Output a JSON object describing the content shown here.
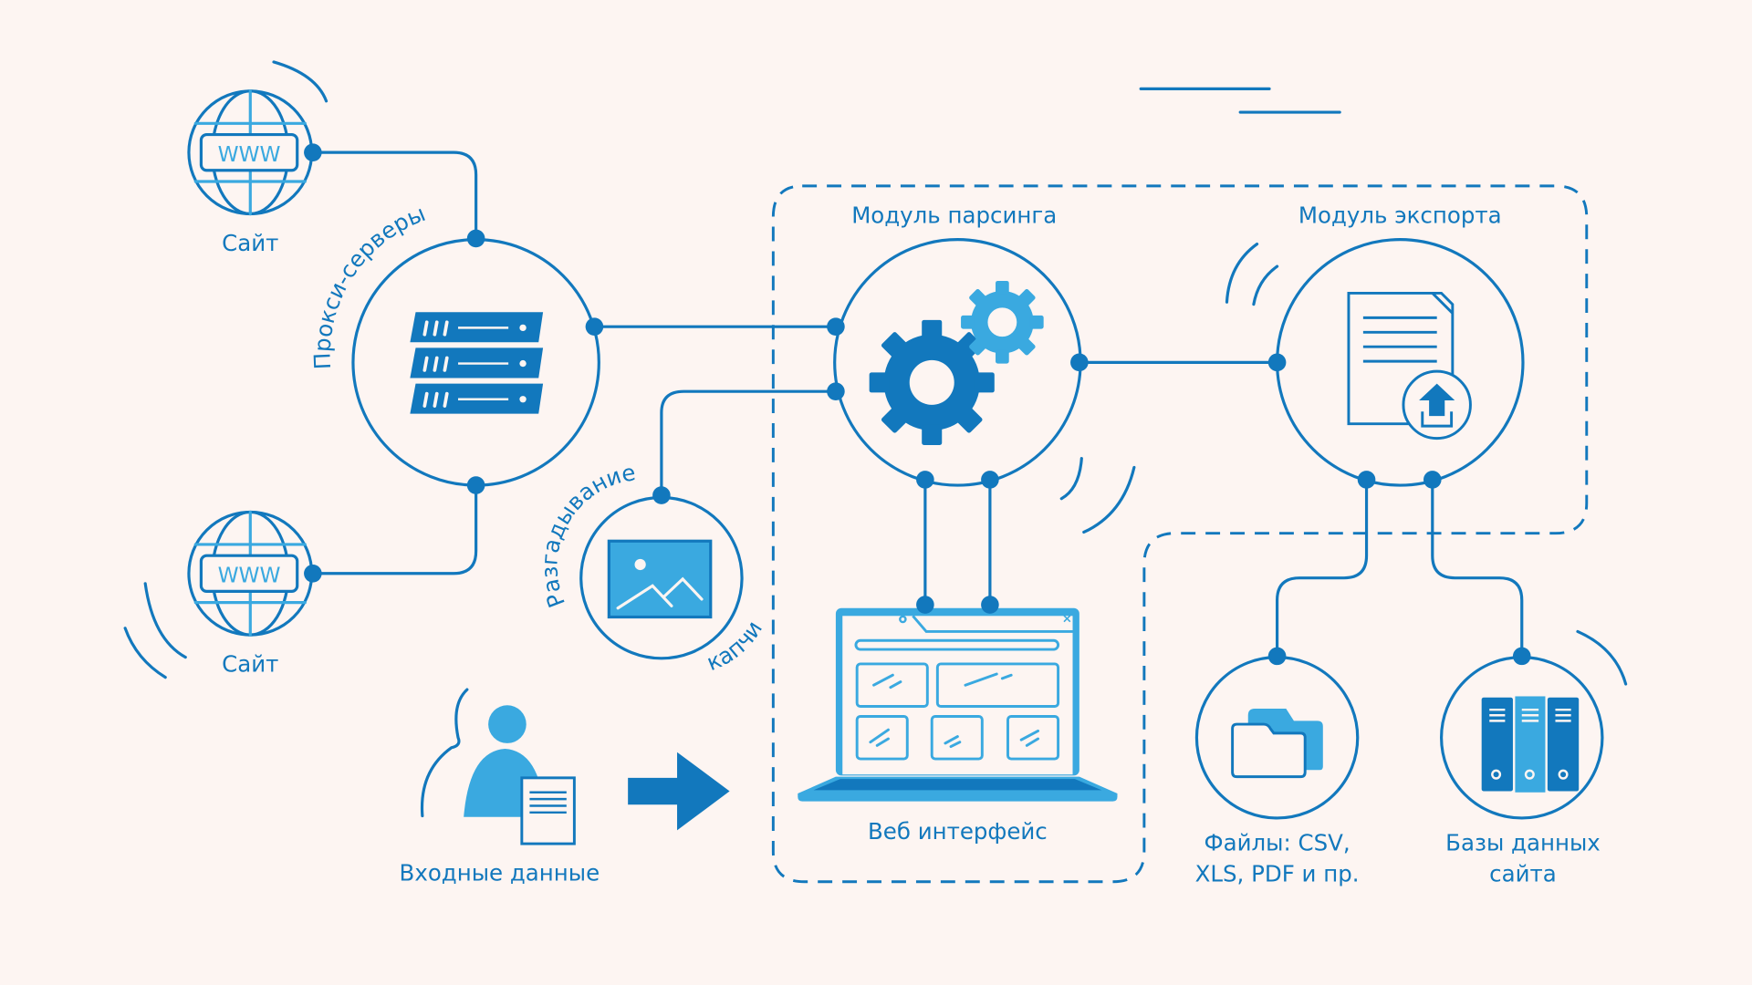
{
  "diagram": {
    "nodes": {
      "site_top": {
        "label": "Сайт",
        "icon": "globe-www-icon",
        "icon_text": "WWW"
      },
      "site_bottom": {
        "label": "Сайт",
        "icon": "globe-www-icon",
        "icon_text": "WWW"
      },
      "proxy": {
        "label": "Прокси-серверы",
        "icon": "server-rack-icon"
      },
      "captcha": {
        "label_part1": "Разгадывание",
        "label_part2": "капчи",
        "icon": "image-icon"
      },
      "parsing": {
        "label": "Модуль парсинга",
        "icon": "gears-icon"
      },
      "export": {
        "label": "Модуль экспорта",
        "icon": "document-upload-icon"
      },
      "web_ui": {
        "label": "Веб интерфейс",
        "icon": "laptop-icon"
      },
      "input": {
        "label": "Входные данные",
        "icon": "user-document-icon"
      },
      "files": {
        "label_line1": "Файлы: CSV,",
        "label_line2": "XLS, PDF и пр.",
        "icon": "folders-icon"
      },
      "databases": {
        "label_line1": "Базы данных",
        "label_line2": "сайта",
        "icon": "binders-icon"
      }
    },
    "edges": [
      {
        "from": "site_top",
        "to": "proxy"
      },
      {
        "from": "site_bottom",
        "to": "proxy"
      },
      {
        "from": "proxy",
        "to": "parsing"
      },
      {
        "from": "captcha",
        "to": "parsing"
      },
      {
        "from": "parsing",
        "to": "web_ui"
      },
      {
        "from": "parsing",
        "to": "export"
      },
      {
        "from": "export",
        "to": "files"
      },
      {
        "from": "export",
        "to": "databases"
      },
      {
        "from": "input",
        "to": "web_ui"
      }
    ],
    "colors": {
      "primary": "#1278bd",
      "secondary": "#3aa9e0",
      "background": "#fdf5f2"
    }
  }
}
